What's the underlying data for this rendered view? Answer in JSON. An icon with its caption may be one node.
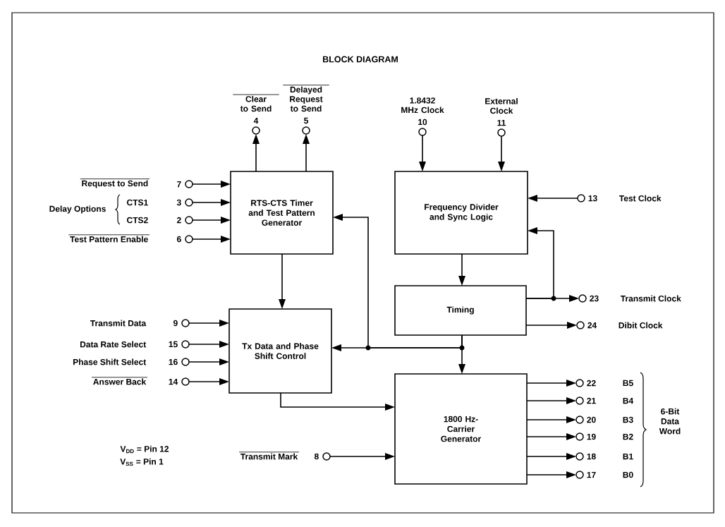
{
  "diagram": {
    "title": "BLOCK DIAGRAM",
    "nodes": [
      {
        "text": [],
        "shape": "circle",
        "beside": [
          "Clear to Send",
          "4"
        ]
      },
      {
        "text": [],
        "shape": "circle",
        "beside": [
          "Delayed Request to Send",
          "5"
        ]
      },
      {
        "text": [],
        "shape": "circle",
        "beside": [
          "1.8432 MHz Clock",
          "10"
        ]
      },
      {
        "text": [],
        "shape": "circle",
        "beside": [
          "External Clock",
          "11"
        ]
      },
      {
        "text": [],
        "shape": "circle",
        "beside": [
          "Request to Send",
          "7"
        ]
      },
      {
        "text": [],
        "shape": "circle",
        "beside": [
          "CTS1",
          "3"
        ]
      },
      {
        "text": [],
        "shape": "circle",
        "beside": [
          "CTS2",
          "2"
        ]
      },
      {
        "text": [],
        "shape": "circle",
        "beside": [
          "Test Pattern Enable",
          "6"
        ]
      },
      {
        "text": [
          "RTS-CTS Timer and Test Pattern Generator"
        ]
      },
      {
        "text": [
          "Frequency Divider and Sync Logic"
        ]
      },
      {
        "text": [],
        "shape": "circle",
        "beside": [
          "13",
          "Test Clock"
        ]
      },
      {
        "text": [
          "Timing"
        ]
      },
      {
        "text": [],
        "shape": "circle",
        "beside": [
          "23",
          "Transmit Clock"
        ]
      },
      {
        "text": [],
        "shape": "circle",
        "beside": [
          "24",
          "Dibit Clock"
        ]
      },
      {
        "text": [],
        "shape": "circle",
        "beside": [
          "Transmit Data",
          "9"
        ]
      },
      {
        "text": [],
        "shape": "circle",
        "beside": [
          "Data Rate Select",
          "15"
        ]
      },
      {
        "text": [],
        "shape": "circle",
        "beside": [
          "Phase Shift Select",
          "16"
        ]
      },
      {
        "text": [],
        "shape": "circle",
        "beside": [
          "Answer Back",
          "14"
        ]
      },
      {
        "text": [
          "Tx Data and Phase Shift Control"
        ]
      },
      {
        "text": [
          "1800 Hz- Carrier Generator"
        ]
      },
      {
        "text": [],
        "shape": "circle",
        "beside": [
          "22",
          "B5"
        ]
      },
      {
        "text": [],
        "shape": "circle",
        "beside": [
          "21",
          "B4"
        ]
      },
      {
        "text": [],
        "shape": "circle",
        "beside": [
          "20",
          "B3"
        ]
      },
      {
        "text": [],
        "shape": "circle",
        "beside": [
          "19",
          "B2"
        ]
      },
      {
        "text": [],
        "shape": "circle",
        "beside": [
          "18",
          "B1"
        ]
      },
      {
        "text": [],
        "shape": "circle",
        "beside": [
          "17",
          "B0"
        ]
      },
      {
        "text": [],
        "shape": "circle",
        "beside": [
          "Transmit Mark",
          "8"
        ]
      }
    ],
    "edges": [
      {
        "from": 8,
        "to": 0,
        "arrow": "to"
      },
      {
        "from": 8,
        "to": 1,
        "arrow": "to"
      },
      {
        "from": 2,
        "to": 9,
        "arrow": "to"
      },
      {
        "from": 3,
        "to": 9,
        "arrow": "to"
      },
      {
        "from": 4,
        "to": 8,
        "arrow": "to"
      },
      {
        "from": 5,
        "to": 8,
        "arrow": "to"
      },
      {
        "from": 6,
        "to": 8,
        "arrow": "to"
      },
      {
        "from": 7,
        "to": 8,
        "arrow": "to"
      },
      {
        "from": 10,
        "to": 9,
        "arrow": "to"
      },
      {
        "from": 9,
        "to": 11,
        "arrow": "to"
      },
      {
        "from": 11,
        "to": 12,
        "arrow": "to"
      },
      {
        "from": 11,
        "to": 9,
        "arrow": "to"
      },
      {
        "from": 11,
        "to": 13,
        "arrow": "to"
      },
      {
        "from": 8,
        "to": 18,
        "arrow": "to"
      },
      {
        "from": 11,
        "to": 19,
        "arrow": "to"
      },
      {
        "from": 11,
        "to": 18,
        "arrow": "to"
      },
      {
        "from": 11,
        "to": 8,
        "arrow": "to"
      },
      {
        "from": 14,
        "to": 18,
        "arrow": "to"
      },
      {
        "from": 15,
        "to": 18,
        "arrow": "to"
      },
      {
        "from": 16,
        "to": 18,
        "arrow": "to"
      },
      {
        "from": 17,
        "to": 18,
        "arrow": "to"
      },
      {
        "from": 18,
        "to": 19,
        "arrow": "to"
      },
      {
        "from": 19,
        "to": 20,
        "arrow": "to"
      },
      {
        "from": 19,
        "to": 21,
        "arrow": "to"
      },
      {
        "from": 19,
        "to": 22,
        "arrow": "to"
      },
      {
        "from": 19,
        "to": 23,
        "arrow": "to"
      },
      {
        "from": 19,
        "to": 24,
        "arrow": "to"
      },
      {
        "from": 19,
        "to": 25,
        "arrow": "to"
      },
      {
        "from": 26,
        "to": 19,
        "arrow": "to"
      }
    ],
    "labels": [
      "Delay Options",
      "6-Bit Data Word",
      "V$_{DD}$ = Pin 12",
      "V$_{SS}$ = Pin 1"
    ]
  }
}
